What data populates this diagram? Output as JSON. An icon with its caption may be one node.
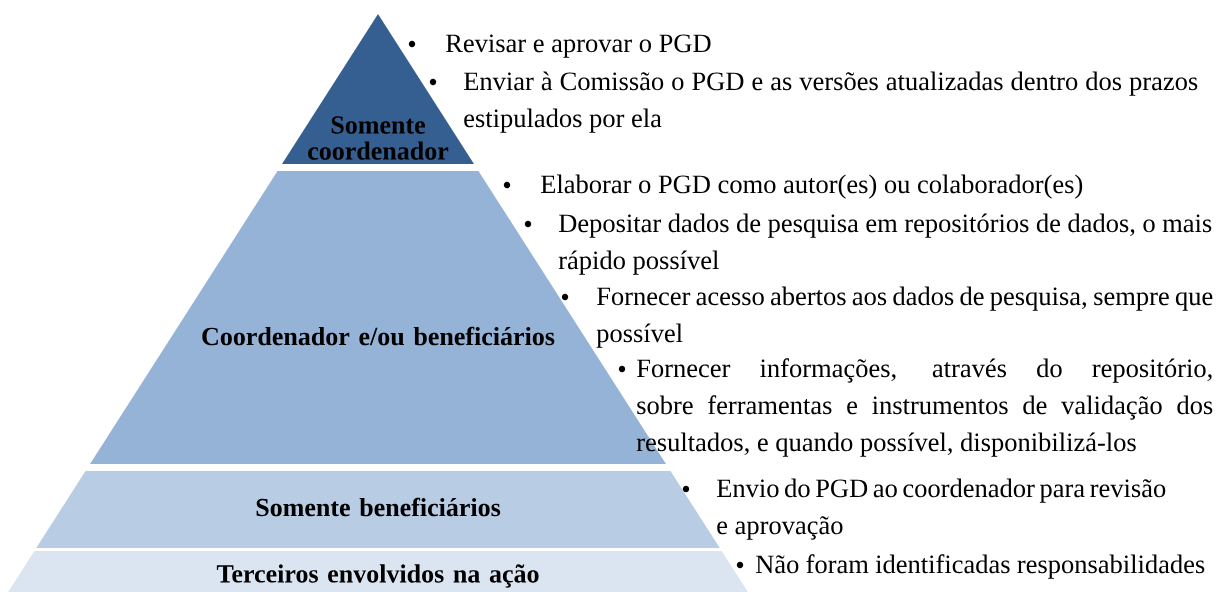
{
  "diagram": {
    "nodes": [
      {
        "text": [
          "Somente coordenador"
        ],
        "beside": [
          "Revisar e aprovar o PGD",
          "Enviar à Comissão o PGD e as versões atualizadas dentro dos prazos estipulados por ela"
        ]
      },
      {
        "text": [
          "Coordenador e/ou beneficiários"
        ],
        "beside": [
          "Elaborar o PGD como autor(es) ou colaborador(es)",
          "Depositar dados de pesquisa em repositórios de dados, o mais rápido possível",
          "Fornecer acesso abertos aos dados de pesquisa, sempre que possível",
          "Fornecer informações, através do repositório, sobre ferramentas e instrumentos de validação dos resultados, e quando possível, disponibilizá-los"
        ]
      },
      {
        "text": [
          "Somente beneficiários"
        ],
        "beside": [
          "Envio do PGD ao coordenador para revisão e aprovação"
        ]
      },
      {
        "text": [
          "Terceiros envolvidos na ação"
        ],
        "beside": [
          "Não foram identificadas responsabilidades"
        ]
      }
    ],
    "edges": []
  }
}
